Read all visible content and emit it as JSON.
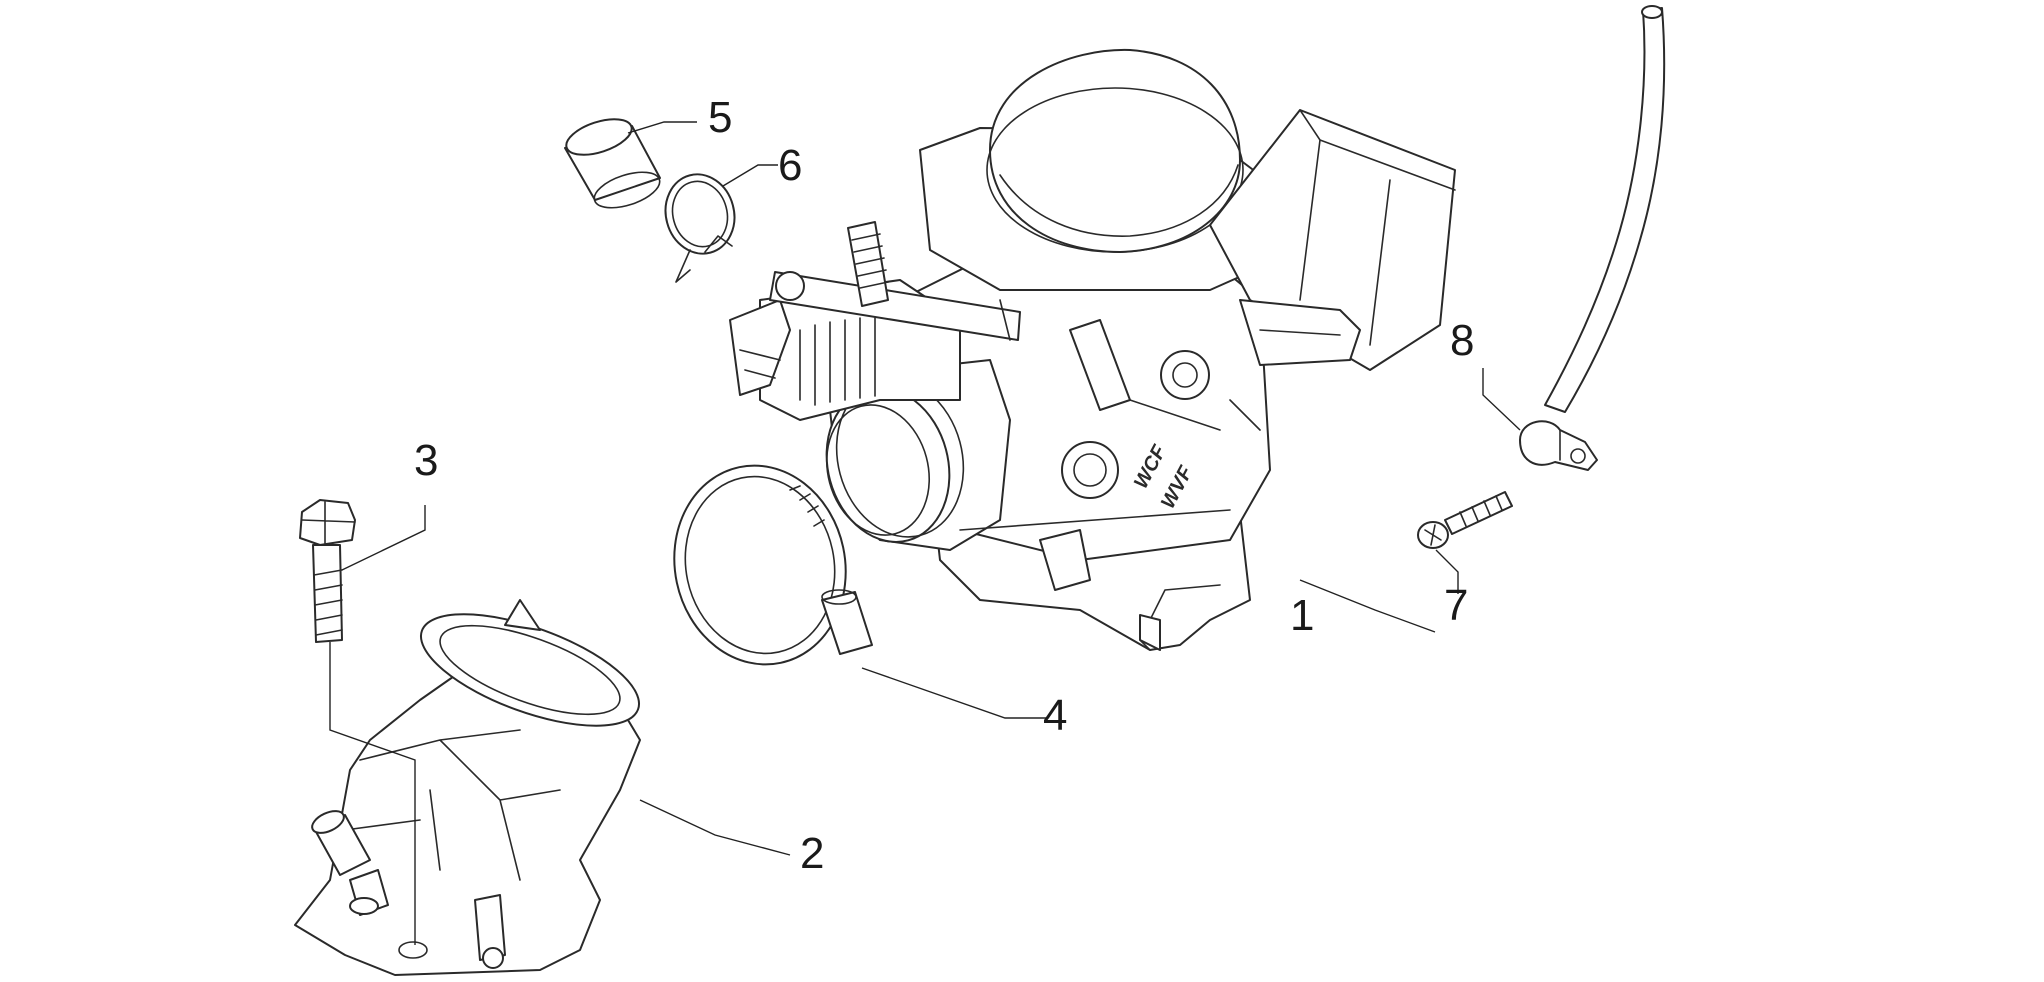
{
  "callouts": [
    {
      "id": "1",
      "label": "1"
    },
    {
      "id": "2",
      "label": "2"
    },
    {
      "id": "3",
      "label": "3"
    },
    {
      "id": "4",
      "label": "4"
    },
    {
      "id": "5",
      "label": "5"
    },
    {
      "id": "6",
      "label": "6"
    },
    {
      "id": "7",
      "label": "7"
    },
    {
      "id": "8",
      "label": "8"
    }
  ],
  "body_markings": [
    "WCF",
    "WVF"
  ],
  "colors": {
    "line": "#2a2a2a",
    "background": "#ffffff"
  }
}
